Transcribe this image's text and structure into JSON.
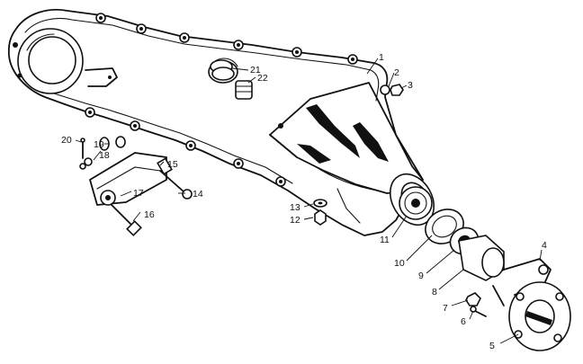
{
  "diagram": {
    "part_labels": [
      "1",
      "2",
      "3",
      "4",
      "5",
      "6",
      "7",
      "8",
      "9",
      "10",
      "11",
      "12",
      "13",
      "14",
      "15",
      "16",
      "17",
      "18",
      "19",
      "20",
      "21",
      "22"
    ]
  }
}
